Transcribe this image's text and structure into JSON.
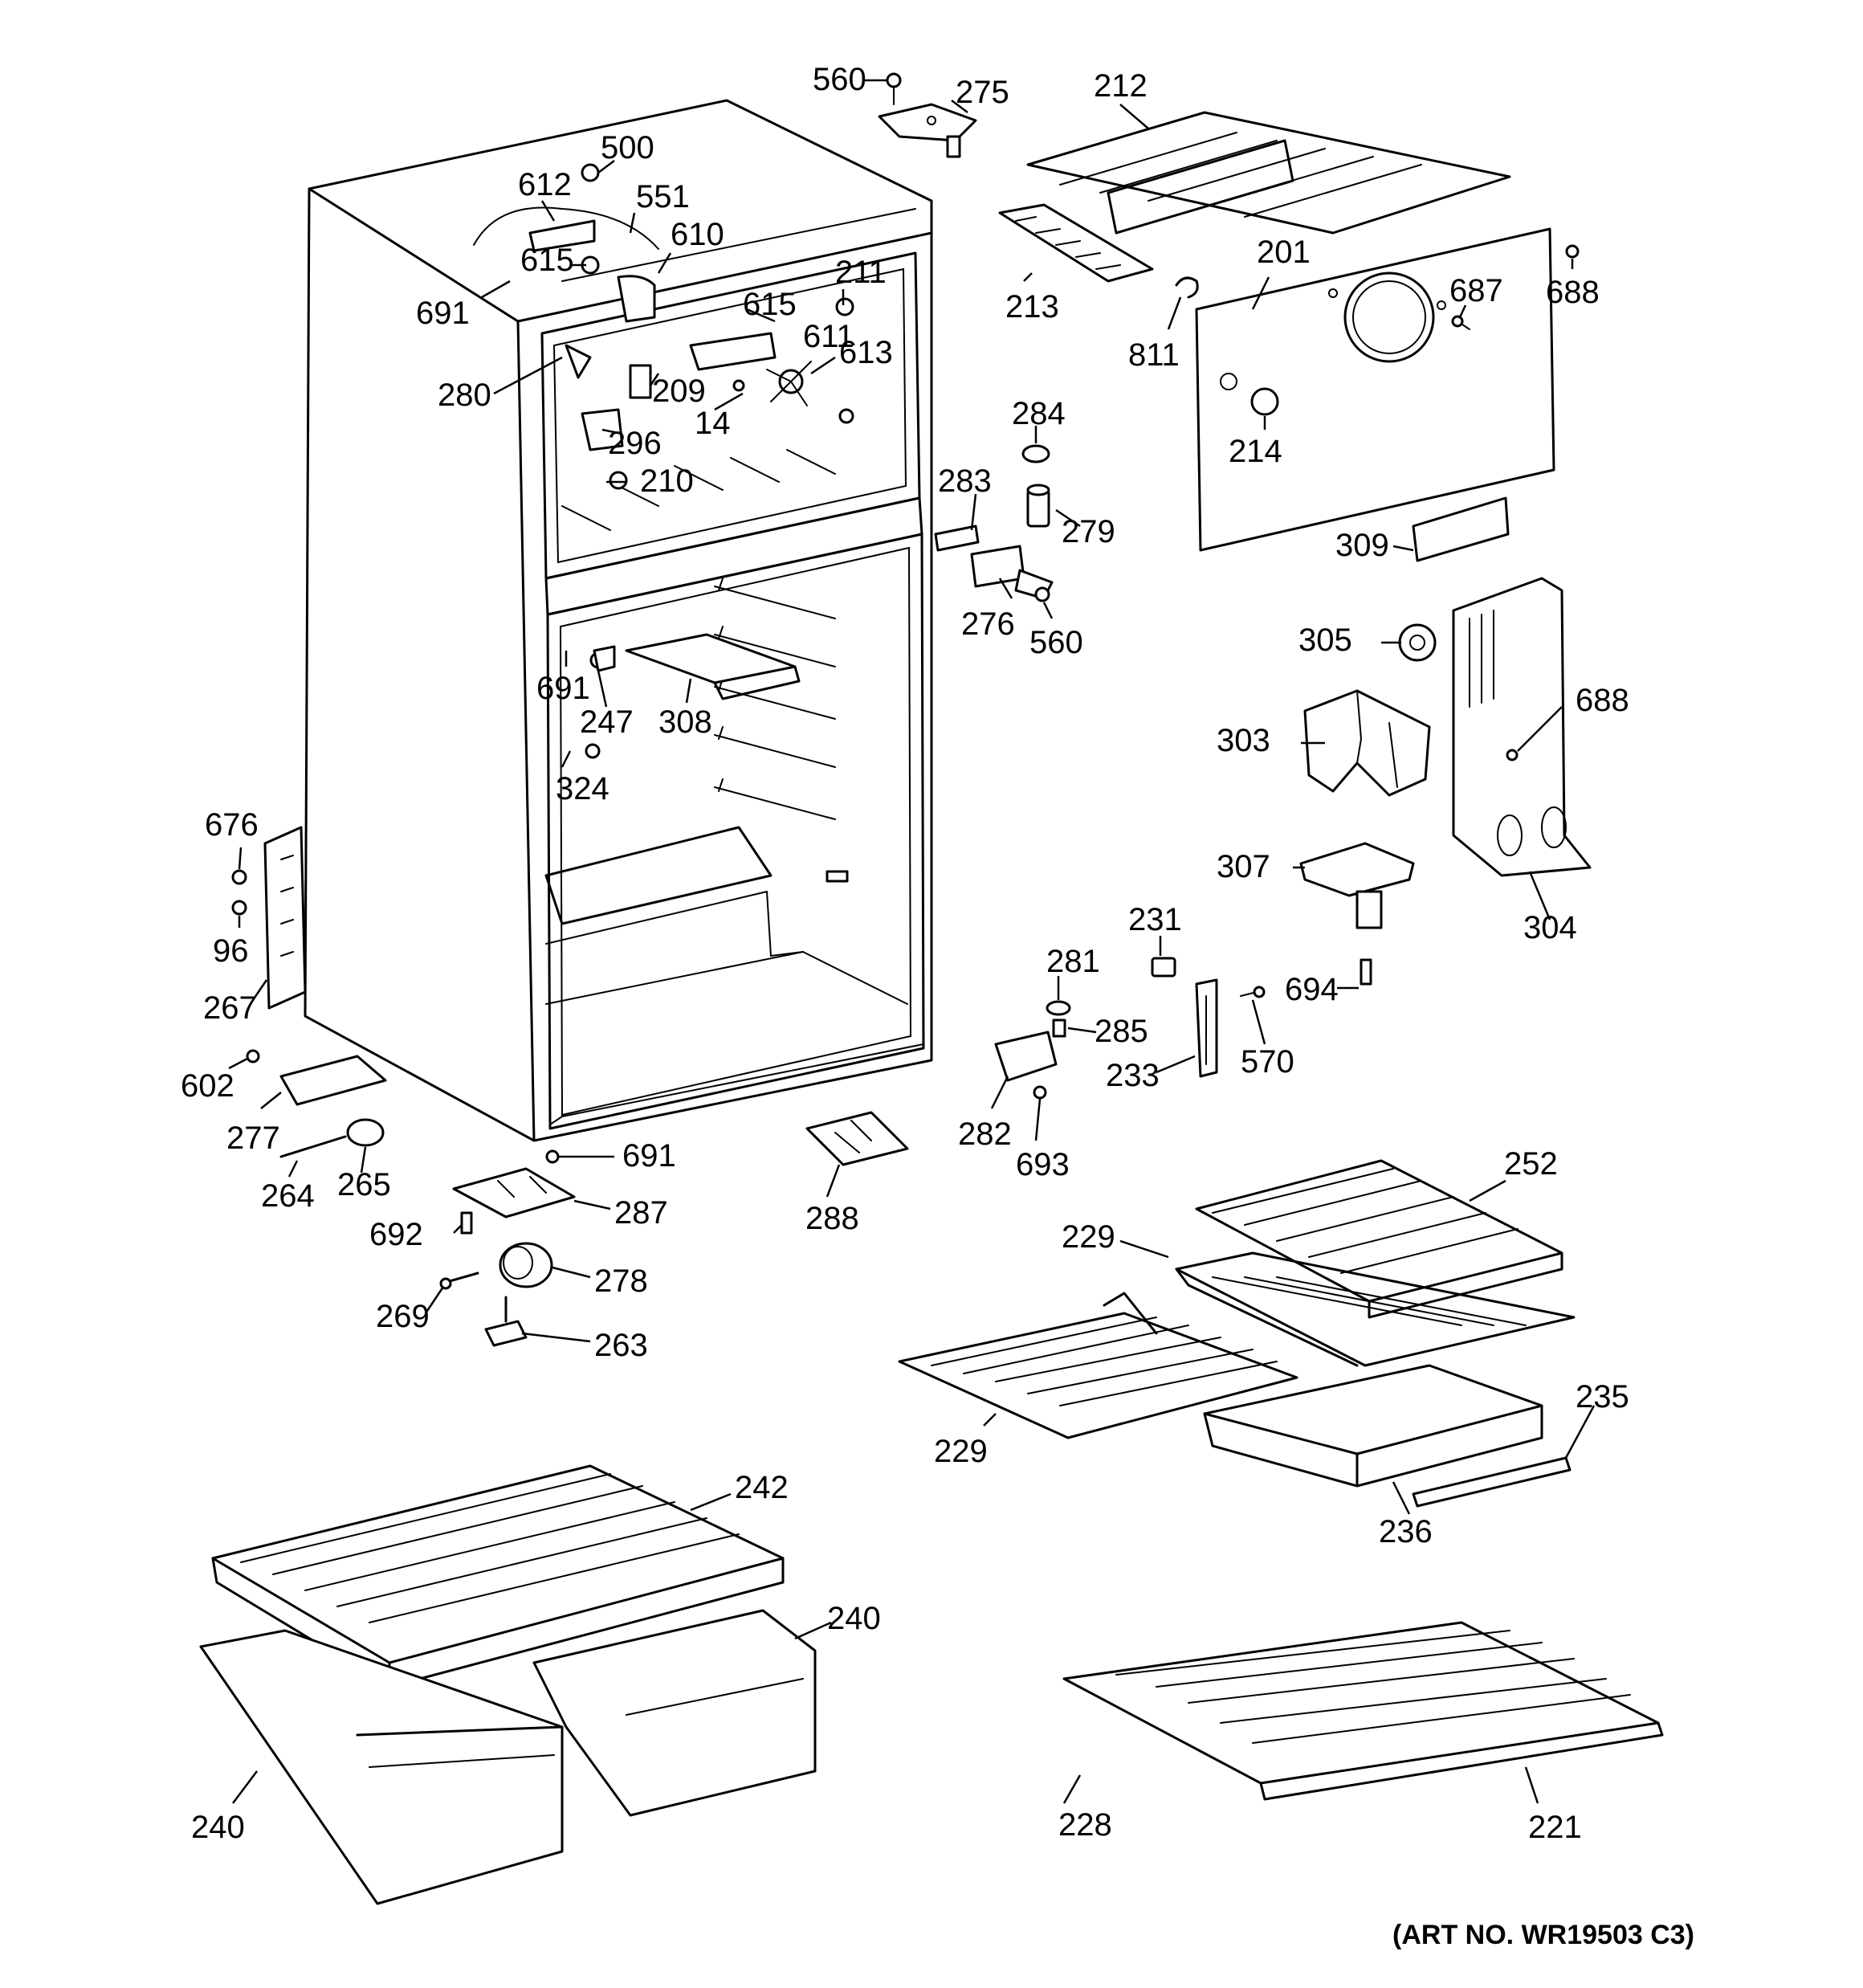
{
  "diagram": {
    "art_number": "(ART NO. WR19503 C3)",
    "parts": {
      "p560a": "560",
      "p275": "275",
      "p212": "212",
      "p500": "500",
      "p612": "612",
      "p551": "551",
      "p610": "610",
      "p615a": "615",
      "p615b": "615",
      "p691a": "691",
      "p211": "211",
      "p213": "213",
      "p811": "811",
      "p201": "201",
      "p687": "687",
      "p688a": "688",
      "p611": "611",
      "p613": "613",
      "p280": "280",
      "p209": "209",
      "p14": "14",
      "p296": "296",
      "p210": "210",
      "p284": "284",
      "p214": "214",
      "p283": "283",
      "p279": "279",
      "p309": "309",
      "p276": "276",
      "p560b": "560",
      "p305": "305",
      "p691b": "691",
      "p247": "247",
      "p308": "308",
      "p688b": "688",
      "p303": "303",
      "p324": "324",
      "p676": "676",
      "p307": "307",
      "p304": "304",
      "p96": "96",
      "p231": "231",
      "p281": "281",
      "p694": "694",
      "p267": "267",
      "p285": "285",
      "p570": "570",
      "p233": "233",
      "p602": "602",
      "p282": "282",
      "p277": "277",
      "p693": "693",
      "p691c": "691",
      "p264": "264",
      "p265": "265",
      "p252": "252",
      "p287": "287",
      "p288": "288",
      "p692": "692",
      "p229a": "229",
      "p278": "278",
      "p269": "269",
      "p263": "263",
      "p235": "235",
      "p229b": "229",
      "p242": "242",
      "p236": "236",
      "p240a": "240",
      "p240b": "240",
      "p228": "228",
      "p221": "221"
    }
  }
}
